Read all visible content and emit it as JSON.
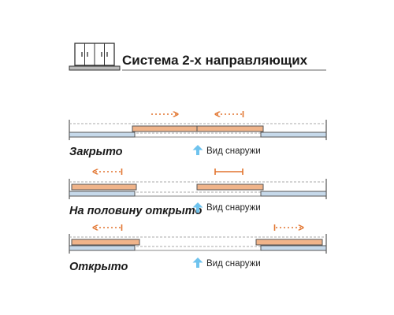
{
  "header": {
    "title": "Система 2-х направляющих",
    "icon": "wardrobe-icon"
  },
  "colors": {
    "outer_panel": "#c6d9ea",
    "inner_panel": "#f0b48a",
    "arrow": "#e2742e",
    "view_arrow": "#6ec3ee",
    "rail": "#555555",
    "dashed": "#aaaaaa"
  },
  "diagrams": [
    {
      "state_label": "Закрыто",
      "view_label": "Вид снаружи",
      "arrows": [
        "dashed-right",
        "dashed-left"
      ]
    },
    {
      "state_label": "На половину открыто",
      "view_label": "Вид снаружи",
      "arrows": [
        "dashed-left",
        "stopped-solid"
      ]
    },
    {
      "state_label": "Открыто",
      "view_label": "Вид снаружи",
      "arrows": [
        "dashed-left",
        "dashed-right"
      ]
    }
  ]
}
